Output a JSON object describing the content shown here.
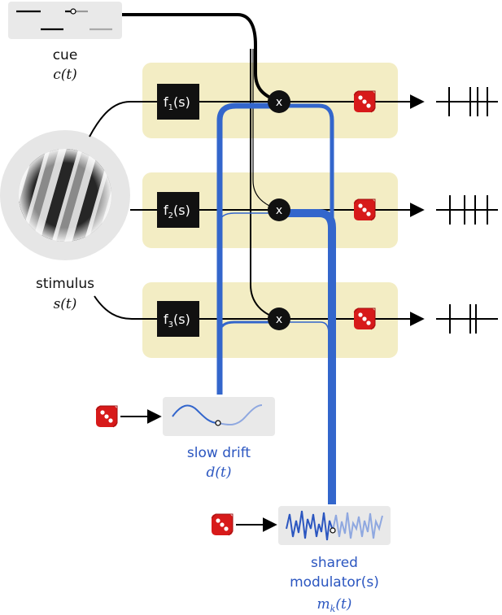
{
  "cue": {
    "label": "cue",
    "symbol": "c(t)"
  },
  "stimulus": {
    "label": "stimulus",
    "symbol": "s(t)"
  },
  "filters": [
    {
      "name": "f",
      "sub": "1",
      "arg": "(s)"
    },
    {
      "name": "f",
      "sub": "2",
      "arg": "(s)"
    },
    {
      "name": "f",
      "sub": "3",
      "arg": "(s)"
    }
  ],
  "multiplier_symbol": "x",
  "slow_drift": {
    "label": "slow drift",
    "symbol": "d(t)"
  },
  "shared_modulator": {
    "label_line1": "shared",
    "label_line2": "modulator(s)",
    "symbol": "m",
    "symbol_sub": "k",
    "symbol_arg": "(t)"
  },
  "colors": {
    "band": "#f3edc4",
    "blue": "#3366cc",
    "die": "#d91e1e",
    "panel": "#e9e9e9"
  }
}
